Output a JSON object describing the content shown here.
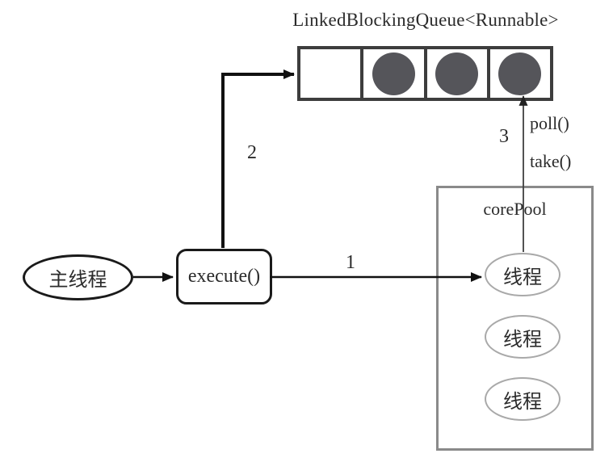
{
  "diagram": {
    "title": "LinkedBlockingQueue<Runnable>",
    "main_thread_label": "主线程",
    "execute_label": "execute()",
    "core_pool": {
      "label": "corePool",
      "threads": [
        {
          "label": "线程"
        },
        {
          "label": "线程"
        },
        {
          "label": "线程"
        }
      ]
    },
    "queue": {
      "cells": [
        {
          "filled": false
        },
        {
          "filled": true
        },
        {
          "filled": true
        },
        {
          "filled": true
        }
      ]
    },
    "arrows": {
      "step1_label": "1",
      "step2_label": "2",
      "step3_label": "3",
      "poll_label": "poll()",
      "take_label": "take()"
    },
    "colors": {
      "queue_border": "#3d3d3d",
      "task_circle": "#55555a",
      "core_pool_border": "#8a8a8a",
      "thread_ellipse_border": "#a9a9a9",
      "shape_border": "#1a1a1a",
      "text": "#2b2b2b"
    }
  }
}
